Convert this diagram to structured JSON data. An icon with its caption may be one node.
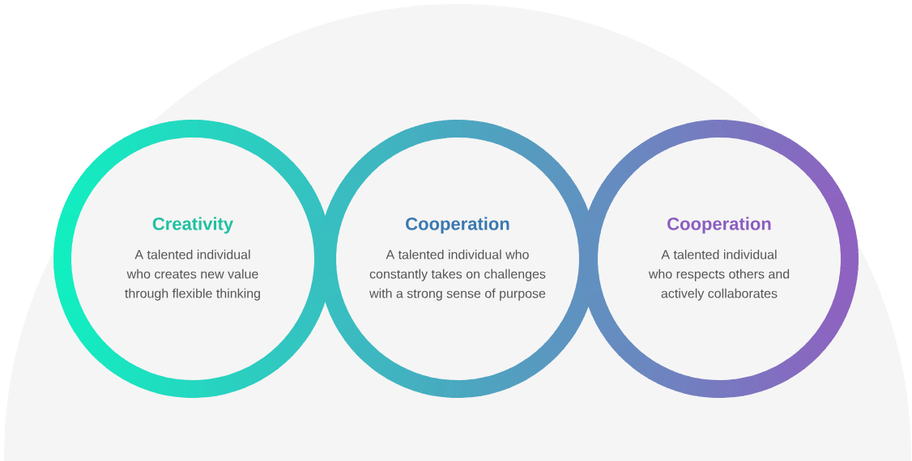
{
  "diagram": {
    "nodes": [
      {
        "text": [
          "Creativity",
          "A talented individual who creates new value through flexible thinking"
        ]
      },
      {
        "text": [
          "Cooperation",
          "A talented individual who constantly takes on challenges with a strong sense of purpose"
        ]
      },
      {
        "text": [
          "Cooperation",
          "A talented individual who respects others and actively collaborates"
        ]
      }
    ]
  }
}
